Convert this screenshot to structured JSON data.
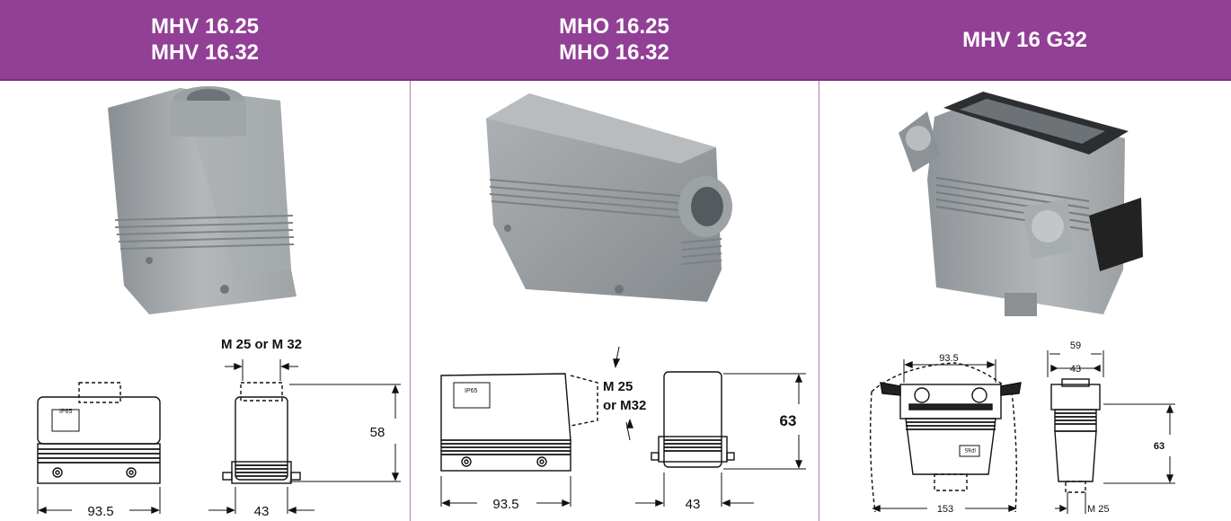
{
  "header": {
    "col1": [
      "MHV 16.25",
      "MHV 16.32"
    ],
    "col2": [
      "MHO 16.25",
      "MHO 16.32"
    ],
    "col3": [
      "MHV 16 G32"
    ]
  },
  "colors": {
    "header_bg": "#923f96",
    "divider": "#b27ab6",
    "housing": "#9a9fa3"
  },
  "panel1": {
    "label_entry": "M 25 or M 32",
    "dim_width": "93.5",
    "dim_depth": "43",
    "dim_height": "58",
    "badge_top": "IP65"
  },
  "panel2": {
    "label_entry_a": "M 25",
    "label_entry_b": "or M32",
    "dim_width": "93.5",
    "dim_depth": "43",
    "dim_height": "63",
    "badge_top": "IP65"
  },
  "panel3": {
    "dim_inner": "93.5",
    "dim_outer": "153",
    "dim_top_a": "59",
    "dim_top_b": "43",
    "dim_height": "63",
    "dim_entry": "M 25",
    "badge_top": "IP65"
  }
}
